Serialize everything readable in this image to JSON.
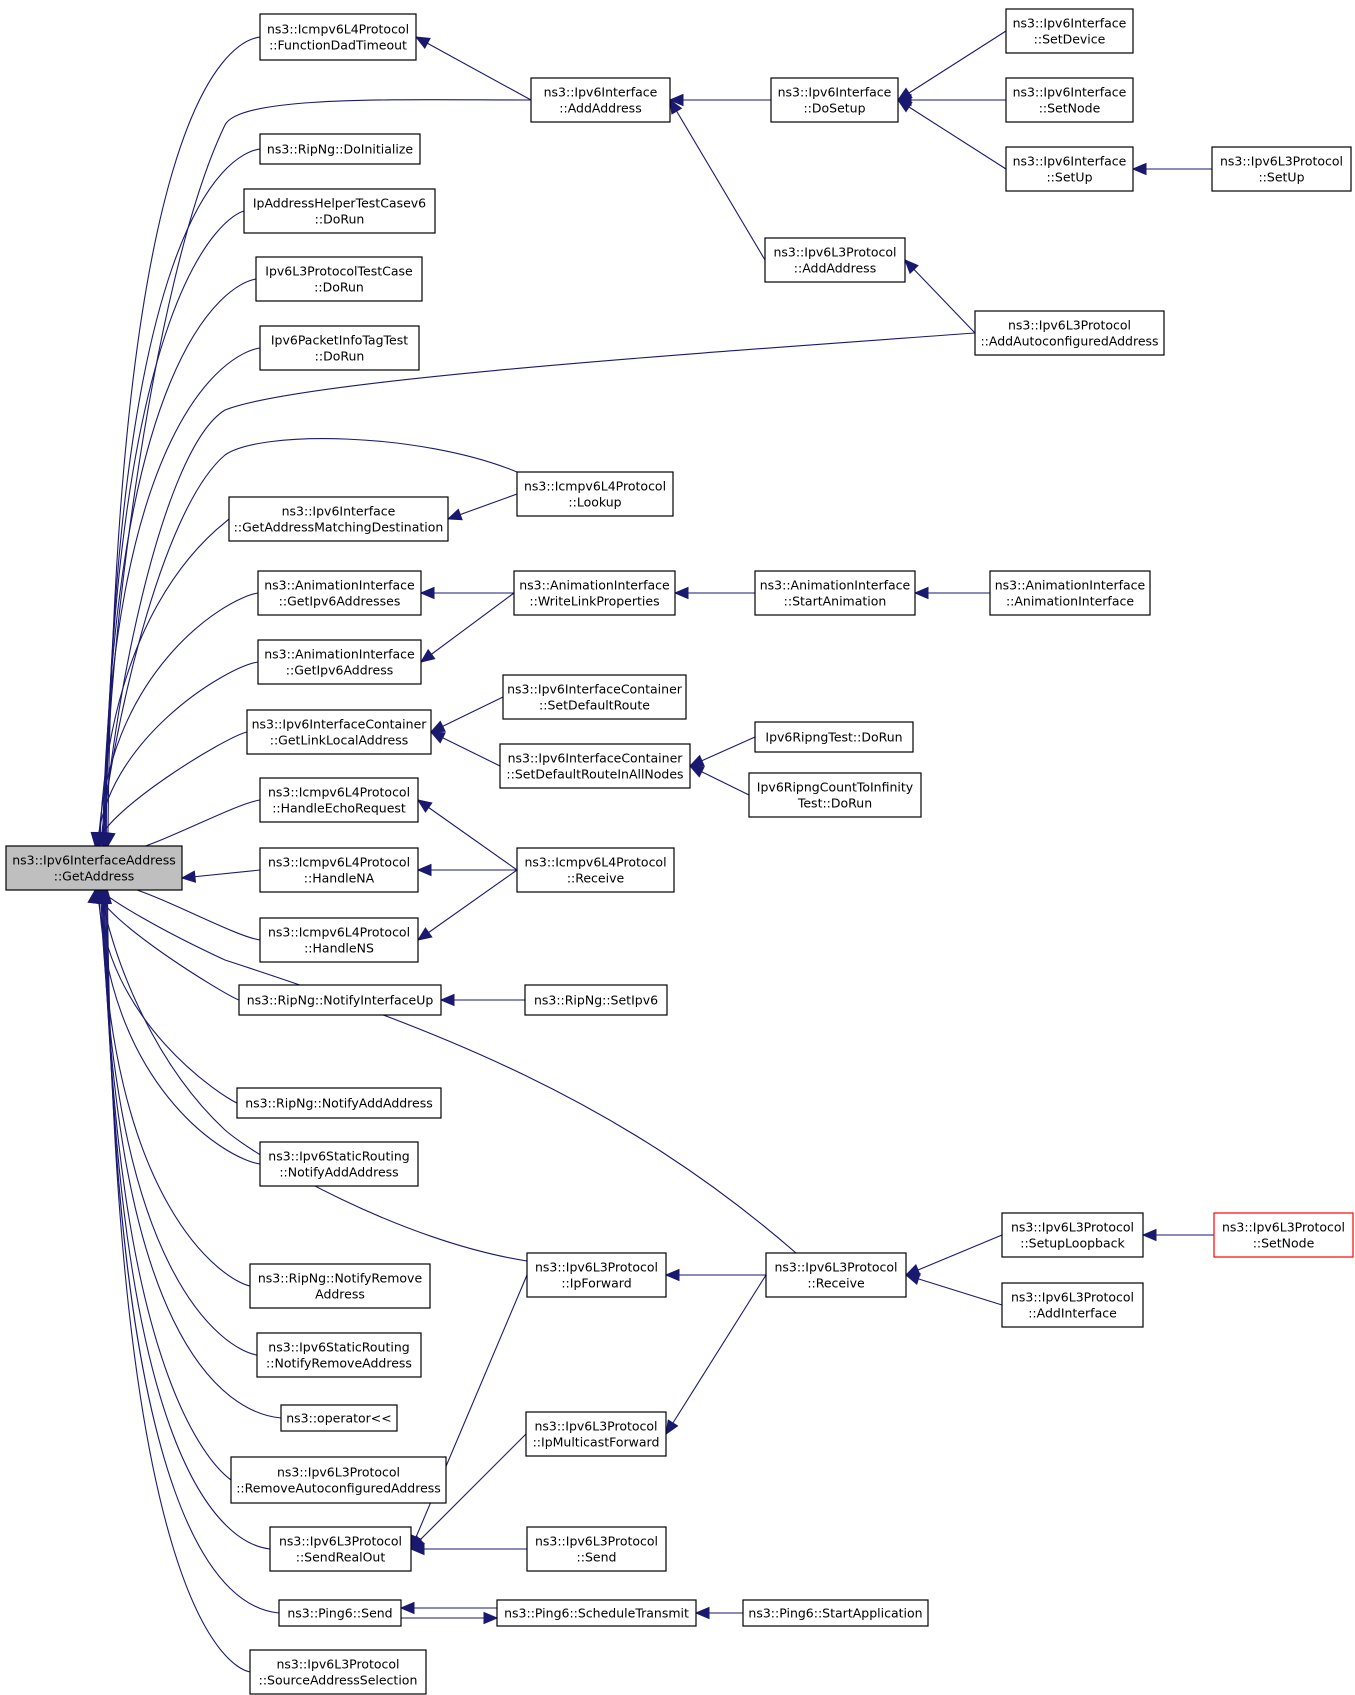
{
  "nodes": [
    {
      "id": "root",
      "lines": [
        "ns3::Ipv6InterfaceAddress",
        "::GetAddress"
      ],
      "root": true
    },
    {
      "id": "icmpDad",
      "lines": [
        "ns3::Icmpv6L4Protocol",
        "::FunctionDadTimeout"
      ]
    },
    {
      "id": "ifAdd",
      "lines": [
        "ns3::Ipv6Interface",
        "::AddAddress"
      ]
    },
    {
      "id": "ifDoSetup",
      "lines": [
        "ns3::Ipv6Interface",
        "::DoSetup"
      ]
    },
    {
      "id": "ifSetDevice",
      "lines": [
        "ns3::Ipv6Interface",
        "::SetDevice"
      ]
    },
    {
      "id": "ifSetNode",
      "lines": [
        "ns3::Ipv6Interface",
        "::SetNode"
      ]
    },
    {
      "id": "ifSetUp",
      "lines": [
        "ns3::Ipv6Interface",
        "::SetUp"
      ]
    },
    {
      "id": "l3SetUp",
      "lines": [
        "ns3::Ipv6L3Protocol",
        "::SetUp"
      ]
    },
    {
      "id": "ripDoInit",
      "lines": [
        "ns3::RipNg::DoInitialize"
      ]
    },
    {
      "id": "ipAddrHelper",
      "lines": [
        "IpAddressHelperTestCasev6",
        "::DoRun"
      ]
    },
    {
      "id": "l3Test",
      "lines": [
        "Ipv6L3ProtocolTestCase",
        "::DoRun"
      ]
    },
    {
      "id": "l3AddAddr",
      "lines": [
        "ns3::Ipv6L3Protocol",
        "::AddAddress"
      ]
    },
    {
      "id": "pktInfo",
      "lines": [
        "Ipv6PacketInfoTagTest",
        "::DoRun"
      ]
    },
    {
      "id": "l3AutoAddr",
      "lines": [
        "ns3::Ipv6L3Protocol",
        "::AddAutoconfiguredAddress"
      ]
    },
    {
      "id": "icmpLookup",
      "lines": [
        "ns3::Icmpv6L4Protocol",
        "::Lookup"
      ]
    },
    {
      "id": "ifMatchDest",
      "lines": [
        "ns3::Ipv6Interface",
        "::GetAddressMatchingDestination"
      ]
    },
    {
      "id": "animGetAddrs",
      "lines": [
        "ns3::AnimationInterface",
        "::GetIpv6Addresses"
      ]
    },
    {
      "id": "animWriteLink",
      "lines": [
        "ns3::AnimationInterface",
        "::WriteLinkProperties"
      ]
    },
    {
      "id": "animStart",
      "lines": [
        "ns3::AnimationInterface",
        "::StartAnimation"
      ]
    },
    {
      "id": "animCtor",
      "lines": [
        "ns3::AnimationInterface",
        "::AnimationInterface"
      ]
    },
    {
      "id": "animGetAddr",
      "lines": [
        "ns3::AnimationInterface",
        "::GetIpv6Address"
      ]
    },
    {
      "id": "icSetDefRoute",
      "lines": [
        "ns3::Ipv6InterfaceContainer",
        "::SetDefaultRoute"
      ]
    },
    {
      "id": "icGetLinkLocal",
      "lines": [
        "ns3::Ipv6InterfaceContainer",
        "::GetLinkLocalAddress"
      ]
    },
    {
      "id": "icSetDefAll",
      "lines": [
        "ns3::Ipv6InterfaceContainer",
        "::SetDefaultRouteInAllNodes"
      ]
    },
    {
      "id": "ripngTest",
      "lines": [
        "Ipv6RipngTest::DoRun"
      ]
    },
    {
      "id": "ripngCount",
      "lines": [
        "Ipv6RipngCountToInfinity",
        "Test::DoRun"
      ]
    },
    {
      "id": "icmpEcho",
      "lines": [
        "ns3::Icmpv6L4Protocol",
        "::HandleEchoRequest"
      ]
    },
    {
      "id": "icmpNA",
      "lines": [
        "ns3::Icmpv6L4Protocol",
        "::HandleNA"
      ]
    },
    {
      "id": "icmpRecv",
      "lines": [
        "ns3::Icmpv6L4Protocol",
        "::Receive"
      ]
    },
    {
      "id": "icmpNS",
      "lines": [
        "ns3::Icmpv6L4Protocol",
        "::HandleNS"
      ]
    },
    {
      "id": "ripIfUp",
      "lines": [
        "ns3::RipNg::NotifyInterfaceUp"
      ]
    },
    {
      "id": "ripSetIpv6",
      "lines": [
        "ns3::RipNg::SetIpv6"
      ]
    },
    {
      "id": "ripAddAddr",
      "lines": [
        "ns3::RipNg::NotifyAddAddress"
      ]
    },
    {
      "id": "srAddAddr",
      "lines": [
        "ns3::Ipv6StaticRouting",
        "::NotifyAddAddress"
      ]
    },
    {
      "id": "l3SetupLoop",
      "lines": [
        "ns3::Ipv6L3Protocol",
        "::SetupLoopback"
      ]
    },
    {
      "id": "l3SetNode",
      "lines": [
        "ns3::Ipv6L3Protocol",
        "::SetNode"
      ],
      "highlight": true
    },
    {
      "id": "l3IpFwd",
      "lines": [
        "ns3::Ipv6L3Protocol",
        "::IpForward"
      ]
    },
    {
      "id": "l3Recv",
      "lines": [
        "ns3::Ipv6L3Protocol",
        "::Receive"
      ]
    },
    {
      "id": "ripRemove",
      "lines": [
        "ns3::RipNg::NotifyRemove",
        "Address"
      ]
    },
    {
      "id": "l3AddIf",
      "lines": [
        "ns3::Ipv6L3Protocol",
        "::AddInterface"
      ]
    },
    {
      "id": "srRemove",
      "lines": [
        "ns3::Ipv6StaticRouting",
        "::NotifyRemoveAddress"
      ]
    },
    {
      "id": "opLt",
      "lines": [
        "ns3::operator<<"
      ]
    },
    {
      "id": "l3McFwd",
      "lines": [
        "ns3::Ipv6L3Protocol",
        "::IpMulticastForward"
      ]
    },
    {
      "id": "l3RemAuto",
      "lines": [
        "ns3::Ipv6L3Protocol",
        "::RemoveAutoconfiguredAddress"
      ]
    },
    {
      "id": "l3SendReal",
      "lines": [
        "ns3::Ipv6L3Protocol",
        "::SendRealOut"
      ]
    },
    {
      "id": "l3Send",
      "lines": [
        "ns3::Ipv6L3Protocol",
        "::Send"
      ]
    },
    {
      "id": "pingSend",
      "lines": [
        "ns3::Ping6::Send"
      ]
    },
    {
      "id": "pingSched",
      "lines": [
        "ns3::Ping6::ScheduleTransmit"
      ]
    },
    {
      "id": "pingStart",
      "lines": [
        "ns3::Ping6::StartApplication"
      ]
    },
    {
      "id": "l3SrcSel",
      "lines": [
        "ns3::Ipv6L3Protocol",
        "::SourceAddressSelection"
      ]
    }
  ]
}
